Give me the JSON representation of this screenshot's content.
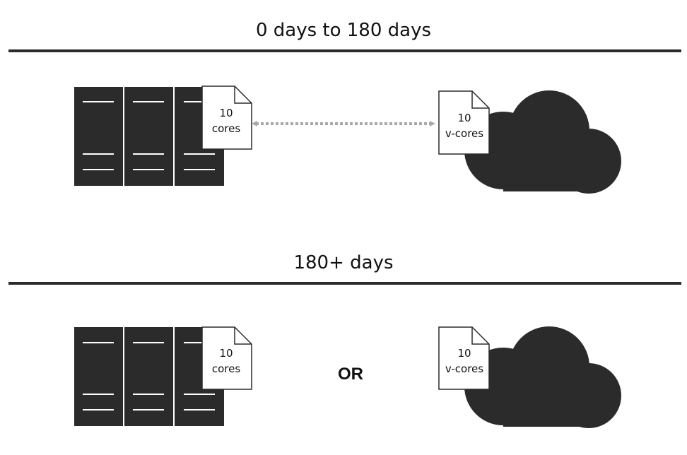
{
  "sections": [
    {
      "title": "0 days to 180 days",
      "on_prem": {
        "count": "10",
        "unit": "cores"
      },
      "cloud": {
        "count": "10",
        "unit": "v-cores"
      }
    },
    {
      "title": "180+ days",
      "on_prem": {
        "count": "10",
        "unit": "cores"
      },
      "cloud": {
        "count": "10",
        "unit": "v-cores"
      }
    }
  ],
  "or_label": "OR",
  "colors": {
    "dark": "#2b2b2b",
    "arrow": "#a8a8a8",
    "doc_fill": "#ffffff"
  },
  "icons": [
    "server-rack-icon",
    "document-icon",
    "cloud-icon",
    "bidirectional-dotted-arrow-icon"
  ]
}
